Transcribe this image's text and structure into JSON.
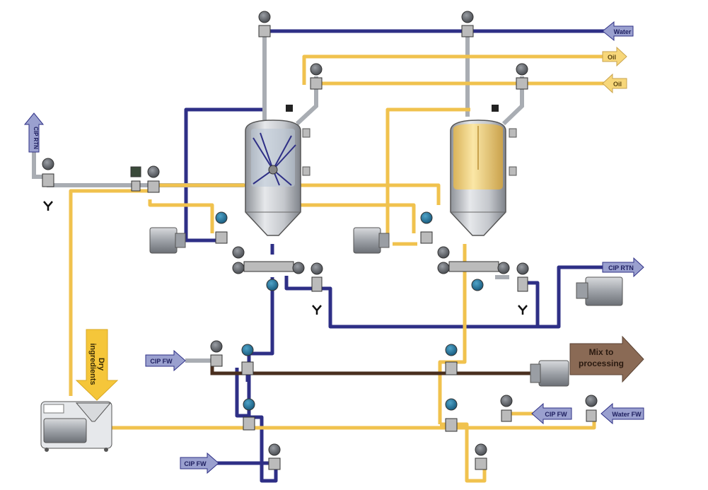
{
  "labels": {
    "water_top": "Water",
    "oil_out": "Oil",
    "oil_in": "Oil",
    "cip_rtn_left": "CIP RTN",
    "cip_rtn_right": "CIP RTN",
    "dry_line1": "Dry",
    "dry_line2": "ingredients",
    "mix_line1": "Mix to",
    "mix_line2": "processing",
    "cip_fw_left": "CIP FW",
    "cip_fw_mid": "CIP FW",
    "water_fw": "Water FW",
    "cip_fw_bottom": "CIP FW"
  },
  "colors": {
    "blue_pipe": "#2e2f86",
    "yellow_pipe": "#f0c24e",
    "grey_pipe": "#a9adb3",
    "brown_pipe": "#4a2f1f",
    "label_arrow_blue": "#9aa0cf",
    "label_arrow_yellow": "#f7d77a",
    "mix_arrow": "#8a6a55",
    "dry_arrow": "#f5c63a"
  }
}
